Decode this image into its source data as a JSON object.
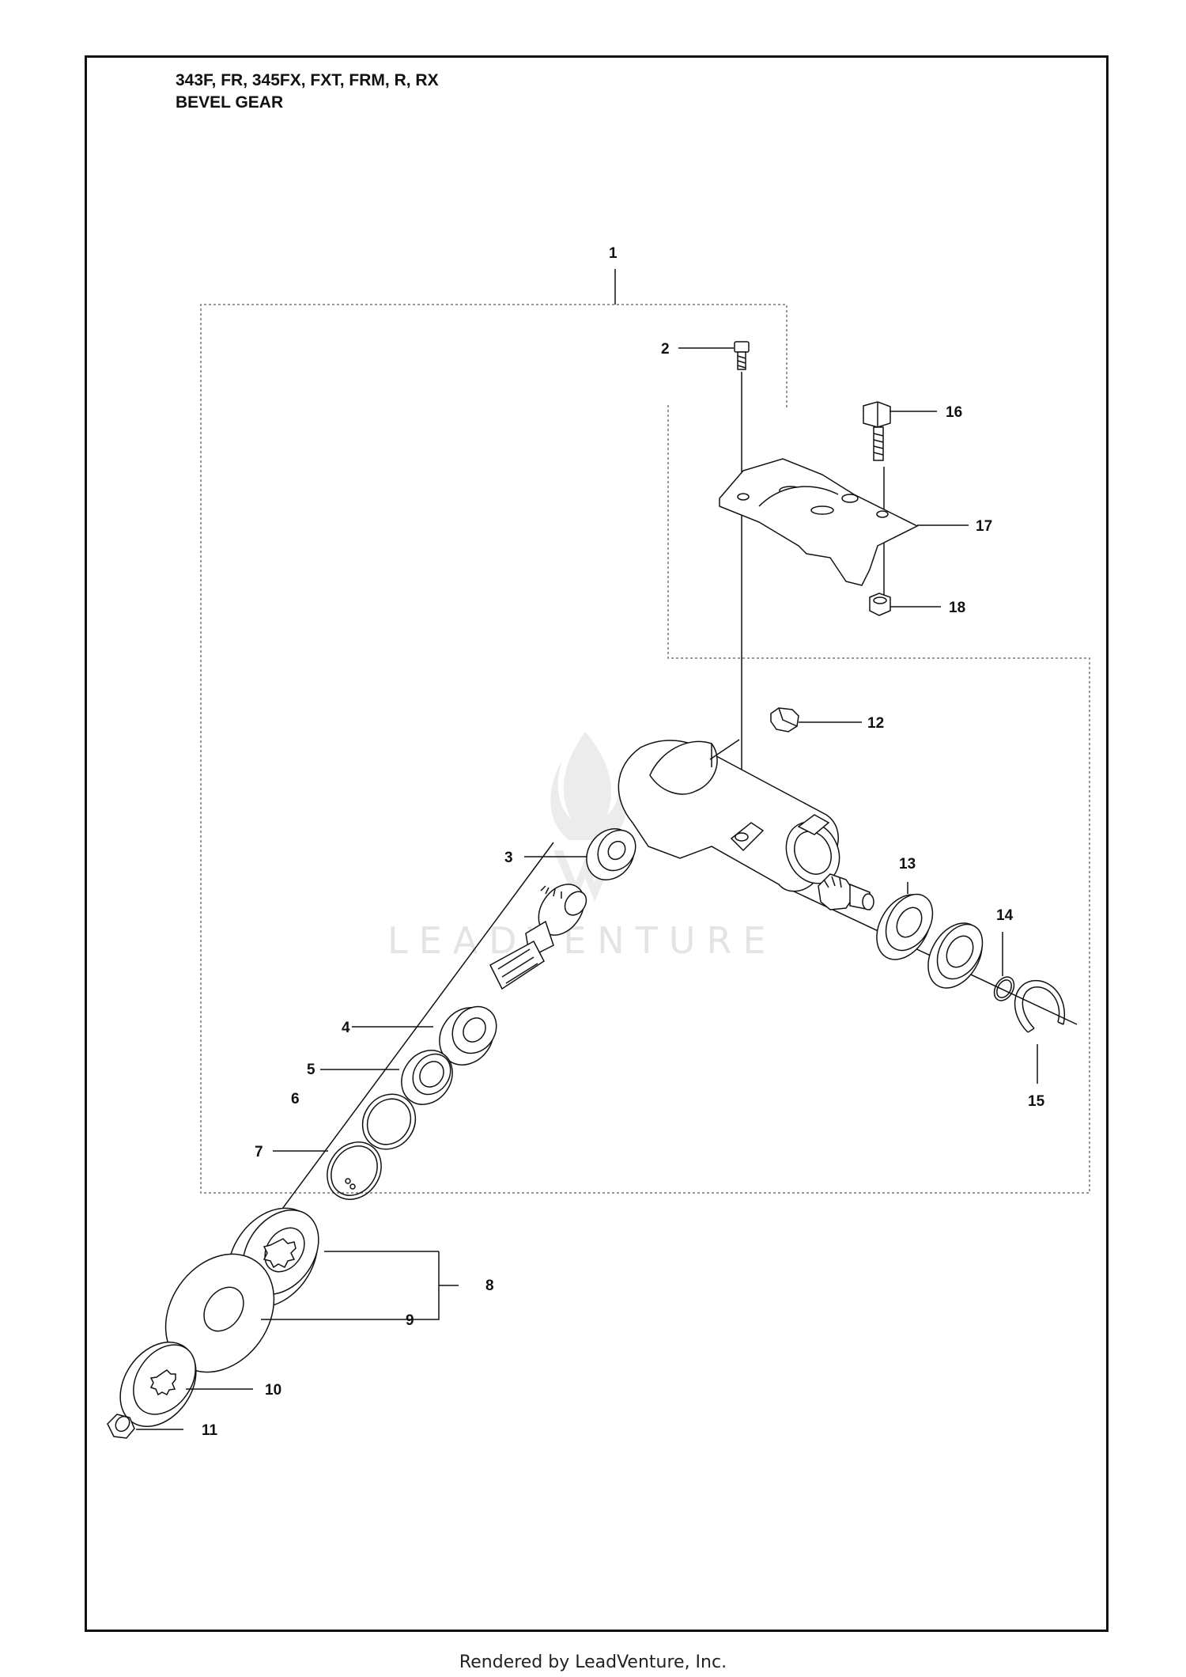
{
  "header": {
    "models": "343F, FR, 345FX, FXT, FRM, R, RX",
    "assembly": "BEVEL GEAR"
  },
  "watermark": "LEADVENTURE",
  "footer": "Rendered by LeadVenture, Inc.",
  "callouts": [
    {
      "id": "1",
      "label": "1"
    },
    {
      "id": "2",
      "label": "2"
    },
    {
      "id": "3",
      "label": "3"
    },
    {
      "id": "4",
      "label": "4"
    },
    {
      "id": "5",
      "label": "5"
    },
    {
      "id": "6",
      "label": "6"
    },
    {
      "id": "7",
      "label": "7"
    },
    {
      "id": "8",
      "label": "8"
    },
    {
      "id": "9",
      "label": "9"
    },
    {
      "id": "10",
      "label": "10"
    },
    {
      "id": "11",
      "label": "11"
    },
    {
      "id": "12",
      "label": "12"
    },
    {
      "id": "13",
      "label": "13"
    },
    {
      "id": "14",
      "label": "14"
    },
    {
      "id": "15",
      "label": "15"
    },
    {
      "id": "16",
      "label": "16"
    },
    {
      "id": "17",
      "label": "17"
    },
    {
      "id": "18",
      "label": "18"
    }
  ]
}
